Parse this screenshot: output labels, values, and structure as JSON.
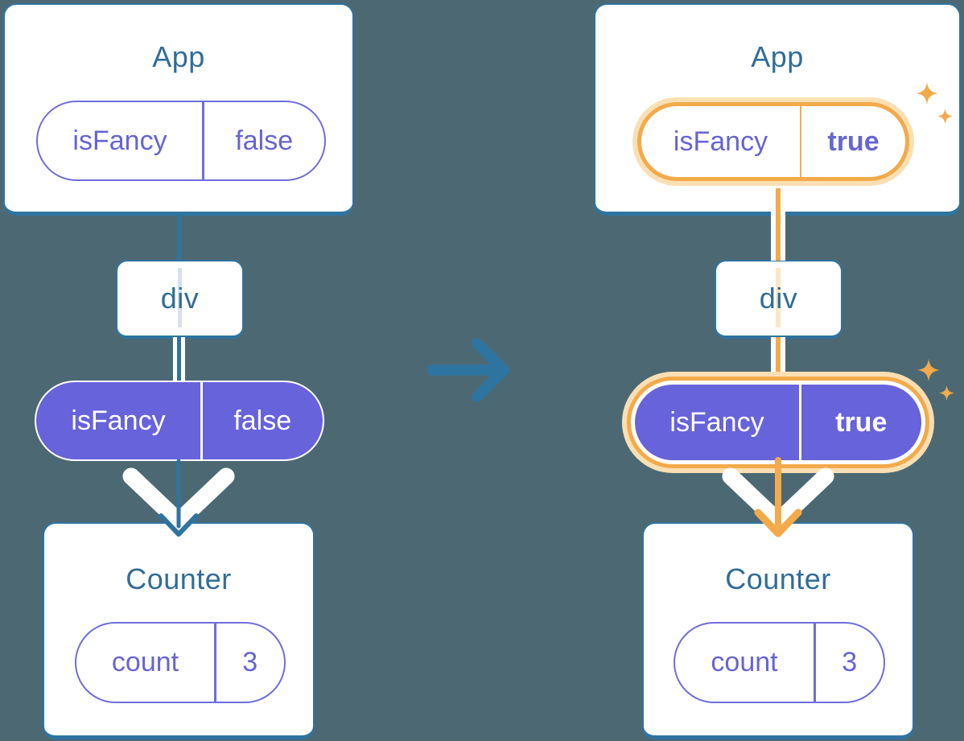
{
  "colors": {
    "background": "#4C6973",
    "steel": "#2E74A1",
    "title": "#316D96",
    "purple_text": "#6565D3",
    "purple_stroke": "#6E6EDA",
    "purple_fill": "#6763DA",
    "orange": "#F3AA4A",
    "orange_pale": "#FBDFB4",
    "peach_line": "#FBE7C6",
    "periwinkle_line": "#D7DFF2"
  },
  "before": {
    "app": {
      "title": "App",
      "prop": {
        "name": "isFancy",
        "value": "false"
      }
    },
    "container": {
      "label": "div"
    },
    "passed_prop": {
      "name": "isFancy",
      "value": "false"
    },
    "counter": {
      "title": "Counter",
      "state": {
        "name": "count",
        "value": "3"
      }
    }
  },
  "after": {
    "app": {
      "title": "App",
      "prop": {
        "name": "isFancy",
        "value": "true"
      }
    },
    "container": {
      "label": "div"
    },
    "passed_prop": {
      "name": "isFancy",
      "value": "true"
    },
    "counter": {
      "title": "Counter",
      "state": {
        "name": "count",
        "value": "3"
      }
    }
  }
}
